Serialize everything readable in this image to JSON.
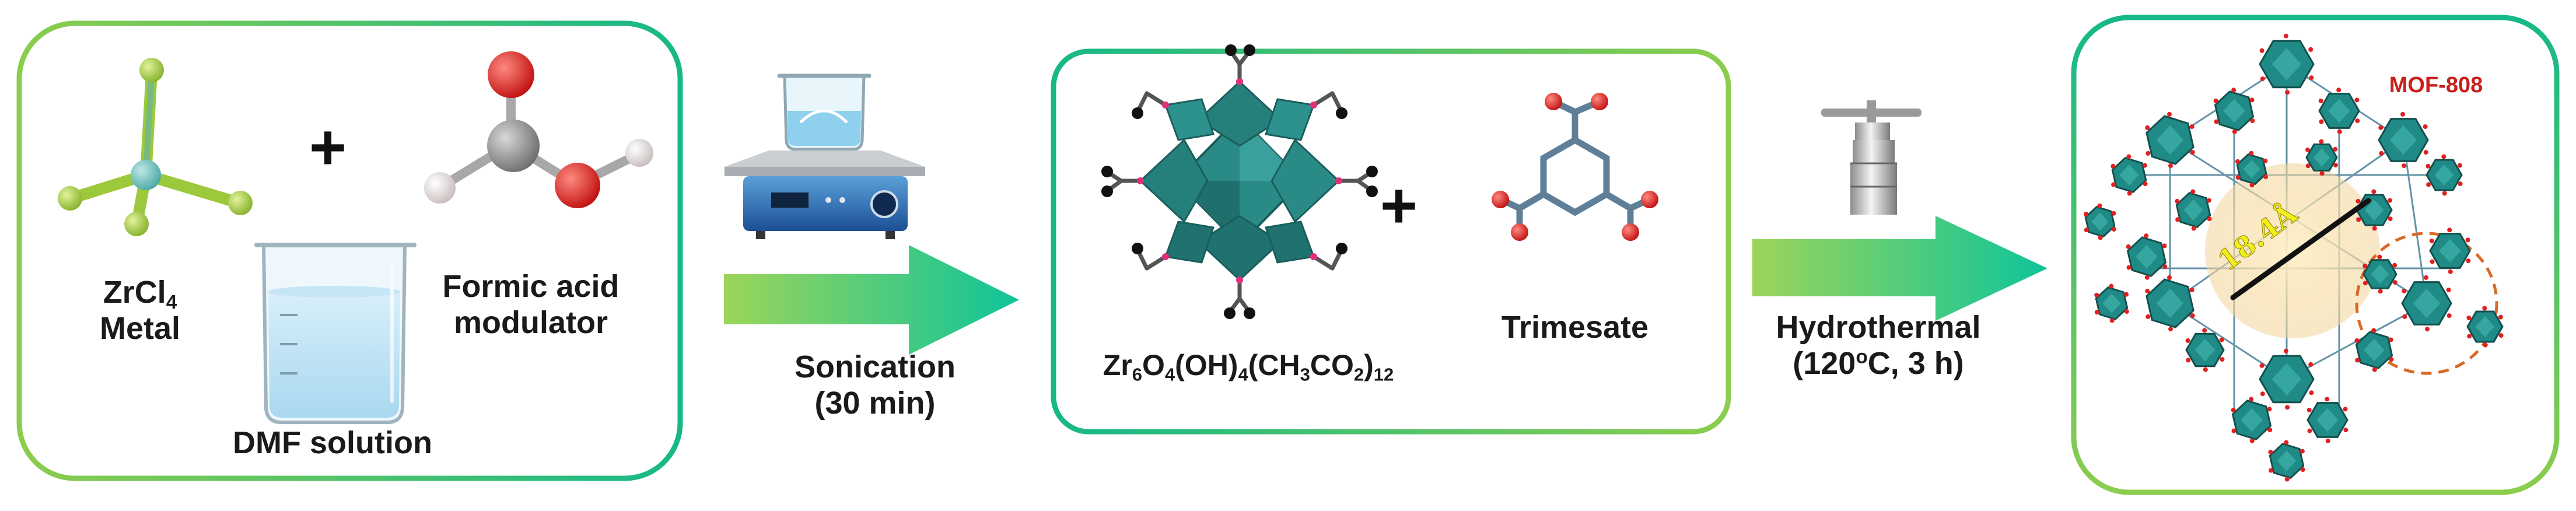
{
  "step1": {
    "zrcl_prefix": "ZrCl",
    "zrcl_sub": "4",
    "metal": "Metal",
    "plus": "+",
    "formic_line1": "Formic acid",
    "formic_line2": "modulator",
    "dmf": "DMF solution"
  },
  "arrow1": {
    "line1": "Sonication",
    "line2": "(30 min)"
  },
  "step2": {
    "plus": "+",
    "formula": [
      {
        "text": "Zr",
        "sub": "6"
      },
      {
        "text": "O",
        "sub": "4"
      },
      {
        "text": "(OH)",
        "sub": "4"
      },
      {
        "text": "(CH",
        "sub": "3"
      },
      {
        "text": "CO",
        "sub": "2"
      },
      {
        "text": ")",
        "sub": "12"
      }
    ],
    "trimesate": "Trimesate"
  },
  "arrow2": {
    "line1": "Hydrothermal",
    "line2_prefix": "(120",
    "line2_sup": "o",
    "line2_suffix": "C, 3 h)"
  },
  "step3": {
    "title": "MOF-808",
    "pore": "18.4Å"
  },
  "colors": {
    "frame_green": "#8ccd4d",
    "frame_teal": "#16b888",
    "arrow_light": "#9cd55a",
    "arrow_dark": "#0fc49a",
    "zr_teal": "#1f8a86",
    "cl_green": "#9cc83c",
    "oxygen_red": "#e01a1a",
    "carbon_gray": "#808080",
    "linker_steel": "#5f7f98",
    "mof_label_red": "#c8201c"
  }
}
